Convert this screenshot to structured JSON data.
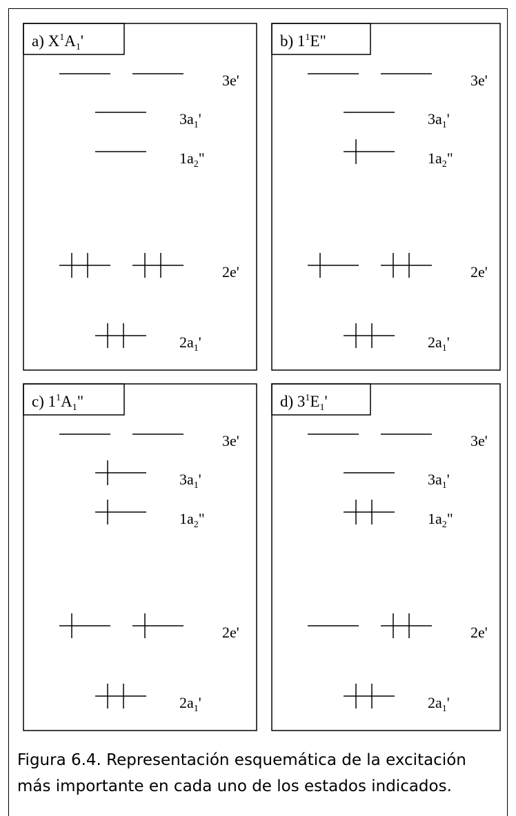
{
  "panels": [
    {
      "id": "a",
      "title": {
        "prefix": "a) X",
        "sup": "1",
        "main": "A",
        "sub": "1",
        "suffix": "'"
      },
      "levels": {
        "3e'": [
          0,
          0
        ],
        "3a1'": [
          0
        ],
        "1a2''": [
          0
        ],
        "2e'": [
          2,
          2
        ],
        "2a1'": [
          2
        ]
      }
    },
    {
      "id": "b",
      "title": {
        "prefix": "b) 1",
        "sup": "1",
        "main": "E\"",
        "sub": "",
        "suffix": ""
      },
      "levels": {
        "3e'": [
          0,
          0
        ],
        "3a1'": [
          0
        ],
        "1a2''": [
          1
        ],
        "2e'": [
          1,
          2
        ],
        "2a1'": [
          2
        ]
      }
    },
    {
      "id": "c",
      "title": {
        "prefix": "c) 1",
        "sup": "1",
        "main": "A",
        "sub": "1",
        "suffix": "\""
      },
      "levels": {
        "3e'": [
          0,
          0
        ],
        "3a1'": [
          1
        ],
        "1a2''": [
          1
        ],
        "2e'": [
          1,
          1
        ],
        "2a1'": [
          2
        ]
      }
    },
    {
      "id": "d",
      "title": {
        "prefix": "d) 3",
        "sup": "1",
        "main": "E",
        "sub": "1",
        "suffix": "'"
      },
      "levels": {
        "3e'": [
          0,
          0
        ],
        "3a1'": [
          0
        ],
        "1a2''": [
          2
        ],
        "2e'": [
          0,
          2
        ],
        "2a1'": [
          2
        ]
      }
    }
  ],
  "level_labels": {
    "3e'": {
      "base": "3e'",
      "sub": "",
      "after": ""
    },
    "3a1'": {
      "base": "3a",
      "sub": "1",
      "after": "'"
    },
    "1a2''": {
      "base": "1a",
      "sub": "2",
      "after": "\""
    },
    "2e'": {
      "base": "2e'",
      "sub": "",
      "after": ""
    },
    "2a1'": {
      "base": "2a",
      "sub": "1",
      "after": "'"
    }
  },
  "caption": "Figura 6.4. Representación esquemática de la excitación más importante en cada uno de los estados indicados.",
  "colors": {
    "line": "#000000",
    "background": "#ffffff"
  }
}
